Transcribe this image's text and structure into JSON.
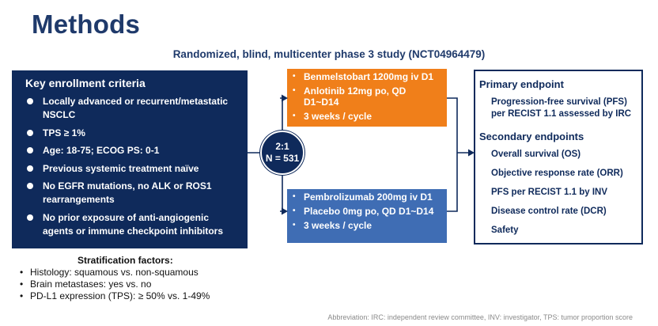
{
  "title": "Methods",
  "subtitle": "Randomized, blind, multicenter phase 3 study (NCT04964479)",
  "criteria": {
    "title": "Key enrollment criteria",
    "items": [
      "Locally advanced or recurrent/metastatic NSCLC",
      "TPS ≥ 1%",
      "Age: 18-75;  ECOG PS: 0-1",
      "Previous systemic treatment naïve",
      "No EGFR mutations, no ALK or ROS1 rearrangements",
      "No prior exposure of anti-angiogenic agents or immune checkpoint inhibitors"
    ]
  },
  "stratification": {
    "title": "Stratification factors:",
    "items": [
      "Histology: squamous vs. non-squamous",
      "Brain metastases: yes vs. no",
      "PD-L1 expression (TPS): ≥ 50% vs. 1-49%"
    ]
  },
  "randomization": {
    "ratio": "2:1",
    "n": "N = 531"
  },
  "arms": [
    {
      "color": "#f07f1a",
      "items": [
        "Benmelstobart  1200mg iv D1",
        "Anlotinib 12mg po, QD D1~D14",
        "3 weeks / cycle"
      ]
    },
    {
      "color": "#3f6db4",
      "items": [
        "Pembrolizumab  200mg iv D1",
        "Placebo 0mg po, QD  D1~D14",
        "3 weeks / cycle"
      ]
    }
  ],
  "endpoints": {
    "primary_heading": "Primary endpoint",
    "primary": "Progression-free survival (PFS) per RECIST 1.1 assessed by IRC",
    "secondary_heading": "Secondary endpoints",
    "secondary": [
      "Overall survival (OS)",
      "Objective response rate (ORR)",
      "PFS per RECIST 1.1 by INV",
      "Disease control rate (DCR)",
      "Safety"
    ]
  },
  "footnote": "Abbreviation: IRC: independent review committee, INV: investigator, TPS: tumor proportion score",
  "colors": {
    "navy": "#0f2a5b",
    "orange": "#f07f1a",
    "blue": "#3f6db4",
    "title": "#1f3a6b"
  }
}
